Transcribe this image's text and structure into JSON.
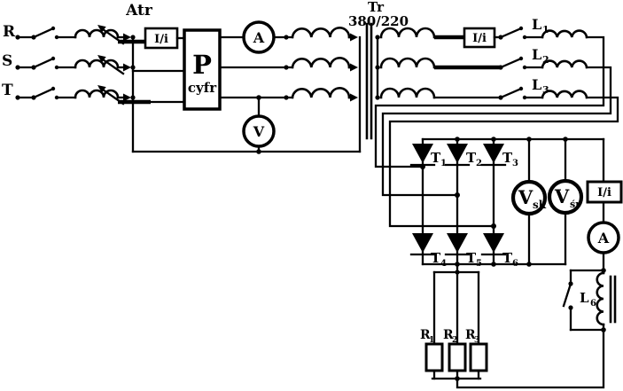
{
  "diagram": {
    "phases": {
      "r": "R",
      "s": "S",
      "t": "T"
    },
    "atr_label": "Atr",
    "transformer": {
      "name": "Tr",
      "ratio": "380/220"
    },
    "transducer_label": "I/i",
    "p_box": {
      "title": "P",
      "subtitle": "cyfr"
    },
    "meters": {
      "input_ammeter": "A",
      "input_voltmeter": "V",
      "rms_voltmeter": {
        "base": "V",
        "sub": "sk"
      },
      "avg_voltmeter": {
        "base": "V",
        "sub": "śr"
      },
      "output_ammeter": "A"
    },
    "inductors": {
      "l1": {
        "base": "L",
        "sub": "1"
      },
      "l2": {
        "base": "L",
        "sub": "2"
      },
      "l3": {
        "base": "L",
        "sub": "3"
      },
      "l6": {
        "base": "L",
        "sub": "6"
      }
    },
    "thyristors": {
      "t1": {
        "base": "T",
        "sub": "1"
      },
      "t2": {
        "base": "T",
        "sub": "2"
      },
      "t3": {
        "base": "T",
        "sub": "3"
      },
      "t4": {
        "base": "T",
        "sub": "4"
      },
      "t5": {
        "base": "T",
        "sub": "5"
      },
      "t6": {
        "base": "T",
        "sub": "6"
      }
    },
    "resistors": {
      "r1": {
        "base": "R",
        "sub": "1"
      },
      "r2": {
        "base": "R",
        "sub": "2"
      },
      "r3": {
        "base": "R",
        "sub": "3"
      }
    }
  }
}
